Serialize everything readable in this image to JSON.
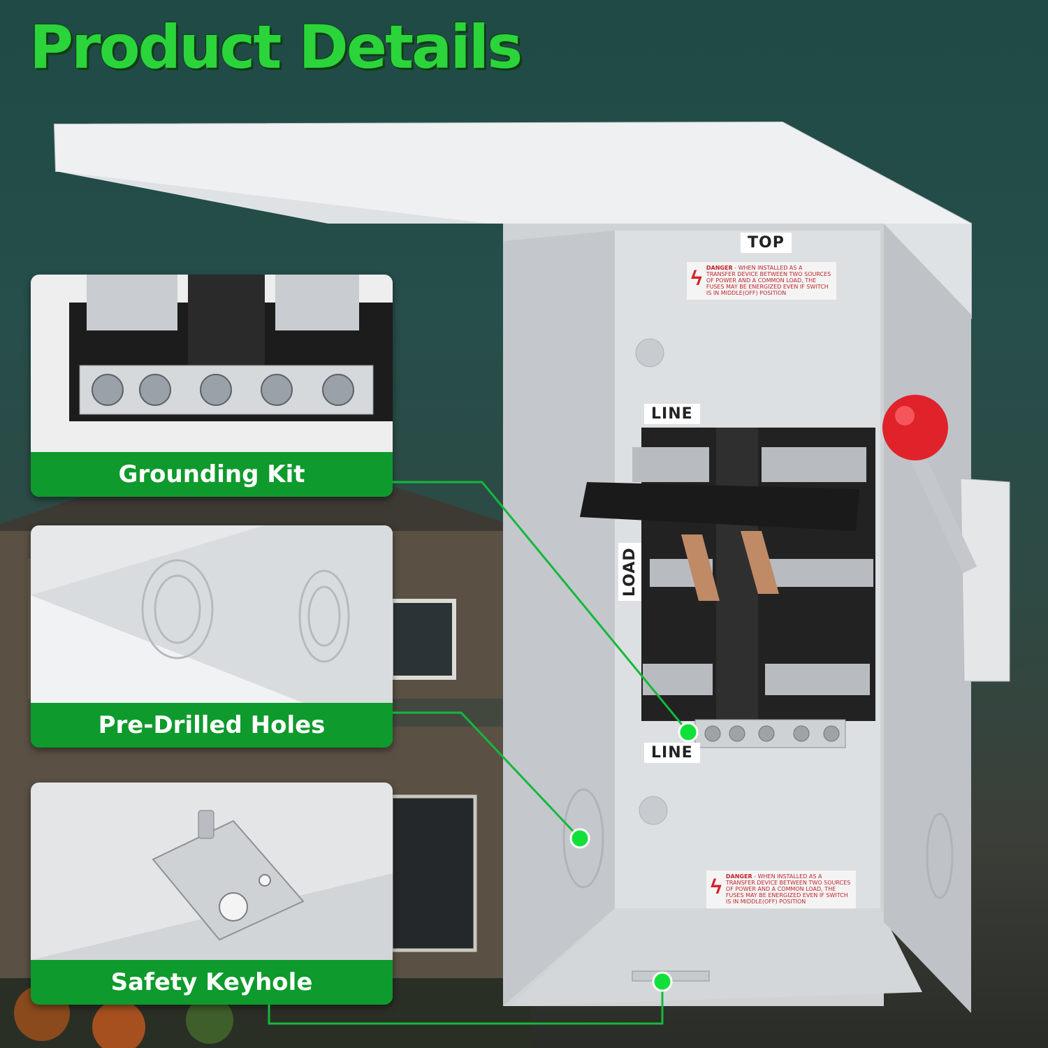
{
  "header": {
    "title": "Product Details"
  },
  "features": [
    {
      "label": "Grounding Kit"
    },
    {
      "label": "Pre-Drilled Holes"
    },
    {
      "label": "Safety Keyhole"
    }
  ],
  "box_labels": {
    "top": "TOP",
    "line_upper": "LINE",
    "load": "LOAD",
    "line_lower": "LINE"
  },
  "warning_label": {
    "heading": "DANGER",
    "text": "- WHEN INSTALLED AS A TRANSFER DEVICE BETWEEN TWO SOURCES OF POWER AND A COMMON LOAD, THE FUSES MAY BE ENERGIZED EVEN IF SWITCH IS IN MIDDLE(OFF) POSITION"
  },
  "colors": {
    "accent": "#0e9a2c",
    "title": "#2bd43a",
    "handle_knob": "#e0222b",
    "enclosure": "#d9dcdf"
  }
}
